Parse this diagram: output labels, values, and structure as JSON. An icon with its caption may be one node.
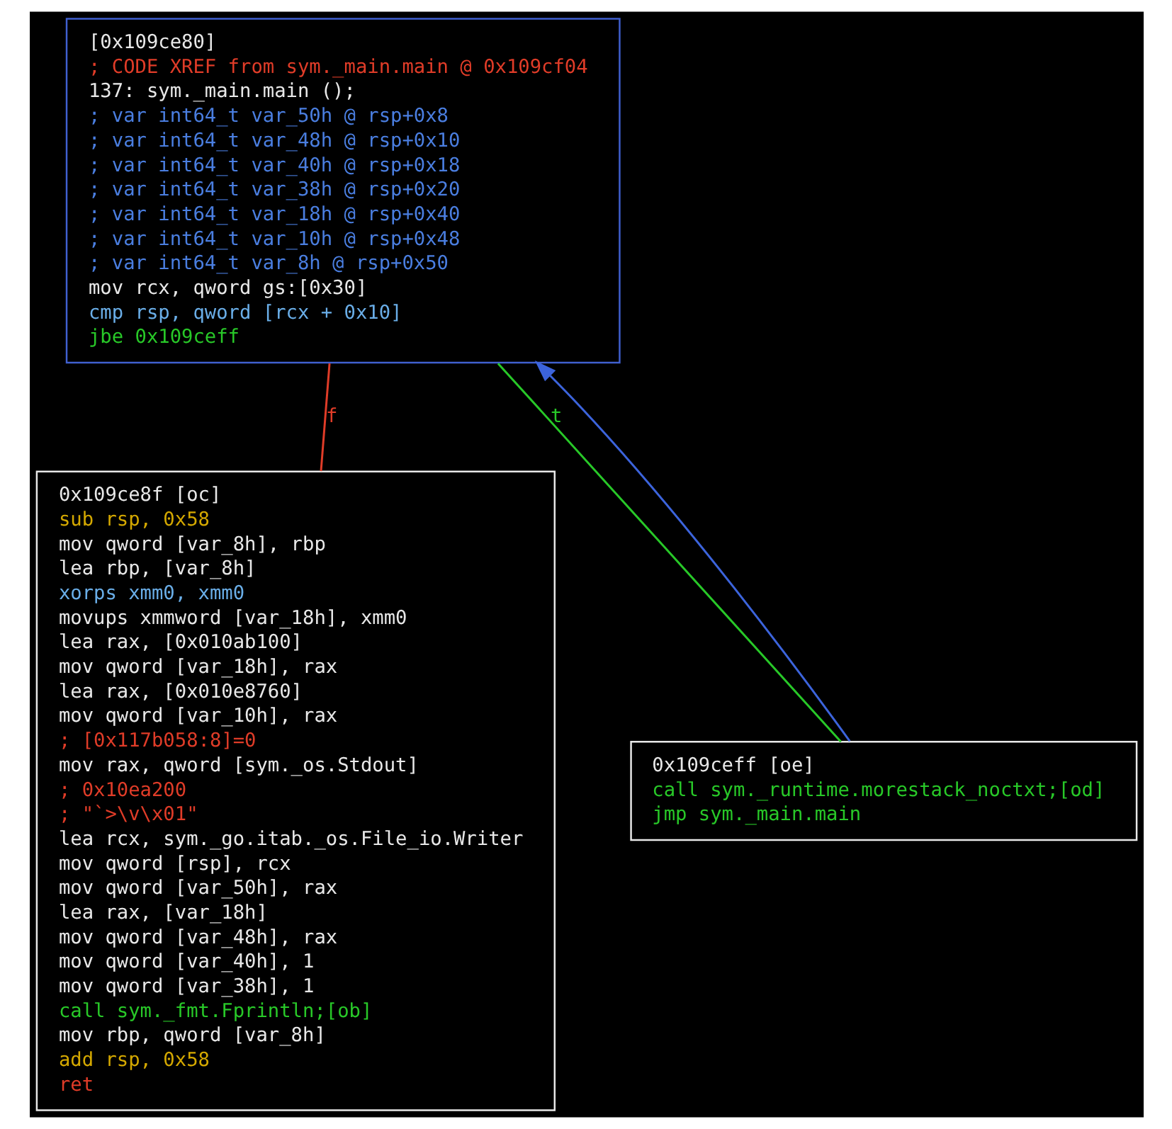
{
  "diagram": {
    "nodes": [
      {
        "text": [
          "[0x109ce80]",
          "; CODE XREF from sym._main.main @ 0x109cf04",
          "137: sym._main.main ();",
          "; var int64_t var_50h @ rsp+0x8",
          "; var int64_t var_48h @ rsp+0x10",
          "; var int64_t var_40h @ rsp+0x18",
          "; var int64_t var_38h @ rsp+0x20",
          "; var int64_t var_18h @ rsp+0x40",
          "; var int64_t var_10h @ rsp+0x48",
          "; var int64_t var_8h @ rsp+0x50",
          "mov rcx, qword gs:[0x30]",
          "cmp rsp, qword [rcx + 0x10]",
          "jbe 0x109ceff"
        ]
      },
      {
        "text": [
          "0x109ce8f [oc]",
          "sub rsp, 0x58",
          "mov qword [var_8h], rbp",
          "lea rbp, [var_8h]",
          "xorps xmm0, xmm0",
          "movups xmmword [var_18h], xmm0",
          "lea rax, [0x010ab100]",
          "mov qword [var_18h], rax",
          "lea rax, [0x010e8760]",
          "mov qword [var_10h], rax",
          "; [0x117b058:8]=0",
          "mov rax, qword [sym._os.Stdout]",
          "; 0x10ea200",
          "; \"`>\\v\\x01\"",
          "lea rcx, sym._go.itab._os.File_io.Writer",
          "mov qword [rsp], rcx",
          "mov qword [var_50h], rax",
          "lea rax, [var_18h]",
          "mov qword [var_48h], rax",
          "mov qword [var_40h], 1",
          "mov qword [var_38h], 1",
          "call sym._fmt.Fprintln;[ob]",
          "mov rbp, qword [var_8h]",
          "add rsp, 0x58",
          "ret"
        ]
      },
      {
        "text": [
          "0x109ceff [oe]",
          "call sym._runtime.morestack_noctxt;[od]",
          "jmp sym._main.main"
        ]
      }
    ],
    "edges": [
      {
        "from": 0,
        "to": 1,
        "arrow": "none",
        "label": "f",
        "color": "#e03c28"
      },
      {
        "from": 0,
        "to": 2,
        "arrow": "none",
        "label": "t",
        "color": "#28c828"
      },
      {
        "from": 2,
        "to": 0,
        "arrow": "to",
        "color": "#3c64dc"
      }
    ]
  }
}
